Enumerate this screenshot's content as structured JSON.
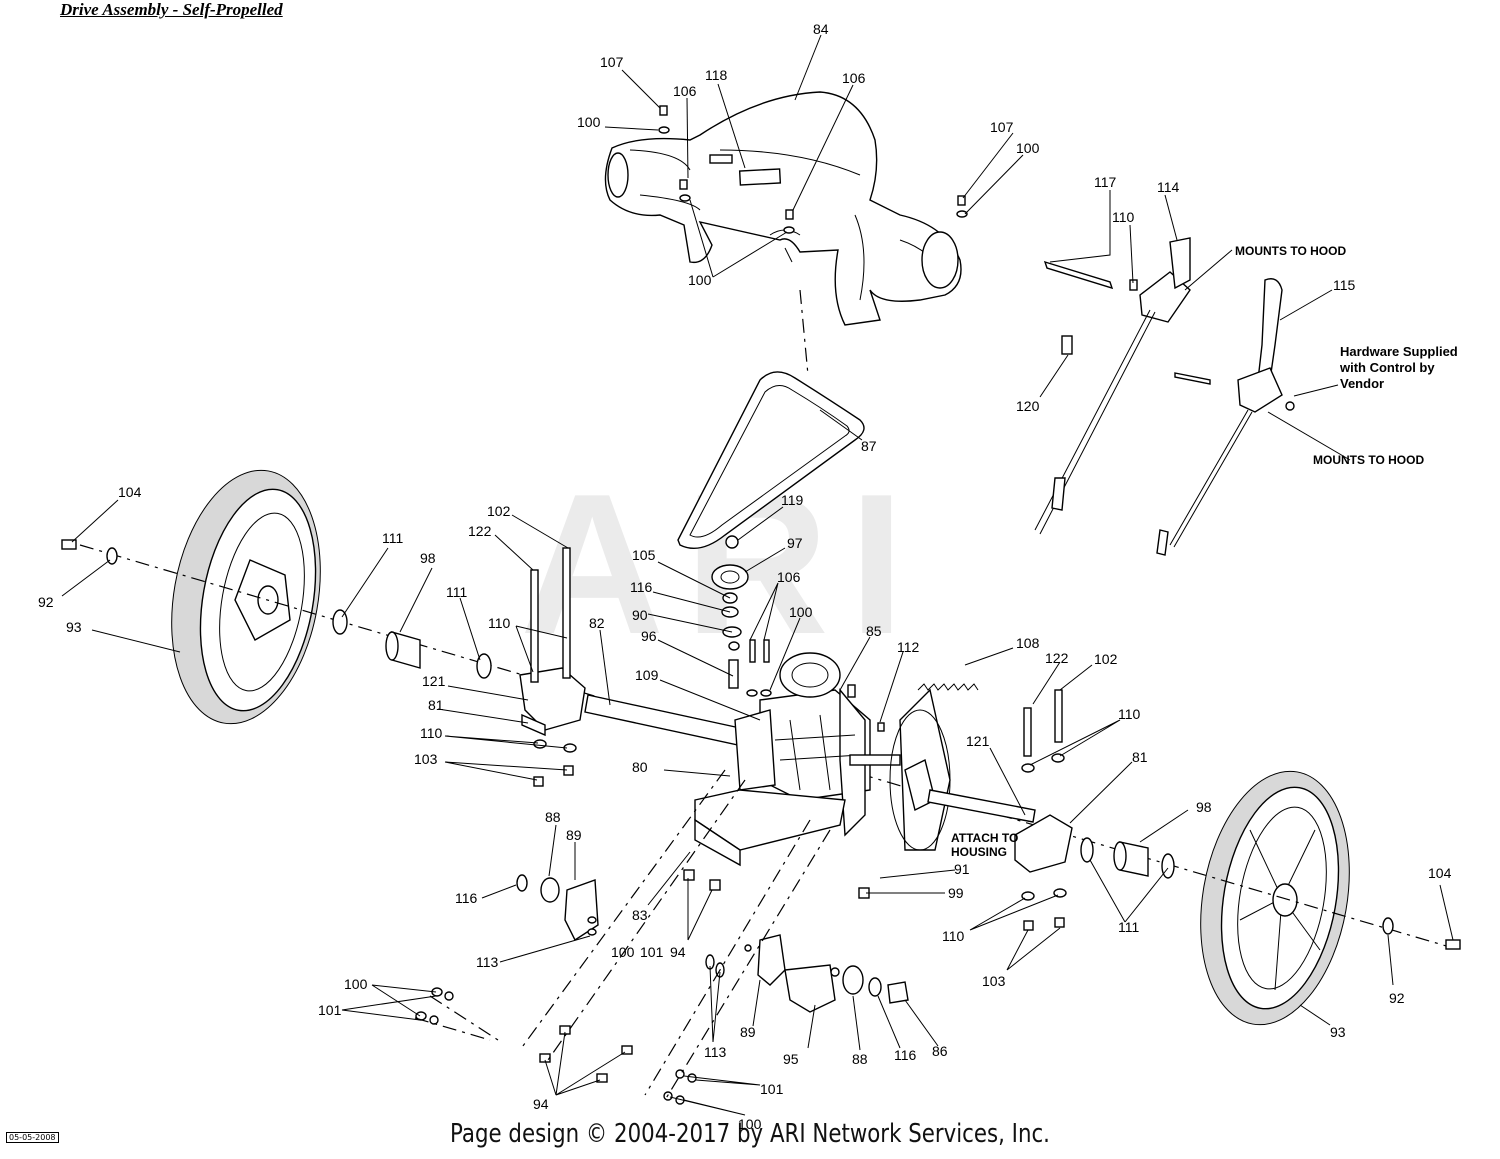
{
  "title": "Drive Assembly - Self-Propelled",
  "footer": "Page design © 2004-2017 by ARI Network Services, Inc.",
  "date_stamp": "05-05-2008",
  "watermark": "ARI",
  "notes": {
    "mounts_to_hood_1": "MOUNTS TO HOOD",
    "mounts_to_hood_2": "MOUNTS TO HOOD",
    "hardware_line1": "Hardware Supplied",
    "hardware_line2": "with Control by",
    "hardware_line3": "Vendor",
    "attach_line1": "ATTACH TO",
    "attach_line2": "HOUSING"
  },
  "callouts": {
    "c84": "84",
    "c107a": "107",
    "c106a": "106",
    "c118": "118",
    "c106b": "106",
    "c100a": "100",
    "c107b": "107",
    "c100b": "100",
    "c100c": "100",
    "c117": "117",
    "c114": "114",
    "c110a": "110",
    "c115": "115",
    "c120": "120",
    "c87": "87",
    "c104a": "104",
    "c92a": "92",
    "c93a": "93",
    "c111a": "111",
    "c98a": "98",
    "c111b": "111",
    "c102a": "102",
    "c122a": "122",
    "c110b": "110",
    "c121a": "121",
    "c81a": "81",
    "c110c": "110",
    "c103a": "103",
    "c82": "82",
    "c119": "119",
    "c97": "97",
    "c105": "105",
    "c116a": "116",
    "c106c": "106",
    "c90": "90",
    "c96": "96",
    "c100d": "100",
    "c109": "109",
    "c85": "85",
    "c112": "112",
    "c80": "80",
    "c108": "108",
    "c122b": "122",
    "c102b": "102",
    "c110d": "110",
    "c121b": "121",
    "c81b": "81",
    "c88a": "88",
    "c89a": "89",
    "c116b": "116",
    "c113a": "113",
    "c83": "83",
    "c100e": "100",
    "c101a": "101",
    "c94a": "94",
    "c91": "91",
    "c99": "99",
    "c98b": "98",
    "c104b": "104",
    "c110e": "110",
    "c111c": "111",
    "c103b": "103",
    "c92b": "92",
    "c93b": "93",
    "c100f": "100",
    "c101b": "101",
    "c113b": "113",
    "c89b": "89",
    "c95": "95",
    "c88b": "88",
    "c116c": "116",
    "c86": "86",
    "c94b": "94",
    "c101c": "101",
    "c100g": "100"
  }
}
